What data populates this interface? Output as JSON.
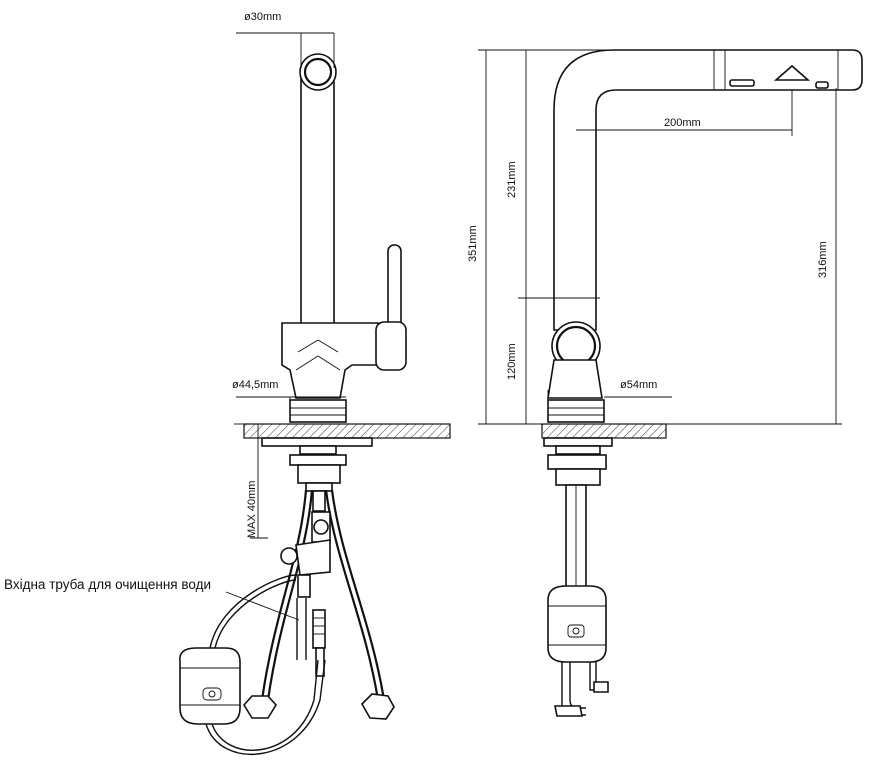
{
  "dimensions": {
    "left_spout_diameter": "ø30mm",
    "left_base_diameter": "ø44,5mm",
    "max_thickness": "MAX  40mm",
    "total_height": "351mm",
    "upper_height": "231mm",
    "lower_height": "120mm",
    "reach": "200mm",
    "outlet_height": "316mm",
    "right_base_diameter": "ø54mm"
  },
  "annotations": {
    "inlet_pipe_note": "Вхідна труба для очищення води"
  }
}
